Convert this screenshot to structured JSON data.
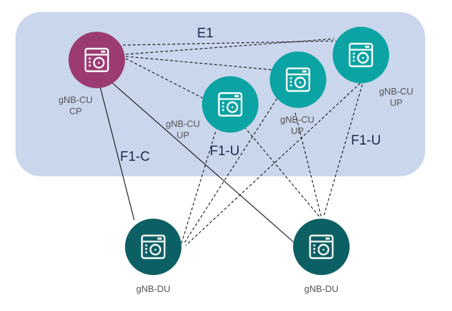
{
  "colors": {
    "region_fill": "#c9d6ec",
    "cu_cp": "#9c3b72",
    "cu_up": "#0ba3a3",
    "du": "#0c6064",
    "icon_fg": "#ffffff",
    "line": "#111111"
  },
  "interface_labels": {
    "e1": "E1",
    "f1c": "F1-C",
    "f1u_left": "F1-U",
    "f1u_right": "F1-U"
  },
  "nodes": {
    "cu_cp": {
      "line1": "gNB-CU",
      "line2": "CP",
      "icon": "server-icon"
    },
    "cu_up_1": {
      "line1": "gNB-CU",
      "line2": "UP",
      "icon": "server-icon"
    },
    "cu_up_2": {
      "line1": "gNB-CU",
      "line2": "UP",
      "icon": "server-icon"
    },
    "cu_up_3": {
      "line1": "gNB-CU",
      "line2": "UP",
      "icon": "server-icon"
    },
    "du_1": {
      "line1": "gNB-DU",
      "icon": "server-icon"
    },
    "du_2": {
      "line1": "gNB-DU",
      "icon": "server-icon"
    }
  }
}
